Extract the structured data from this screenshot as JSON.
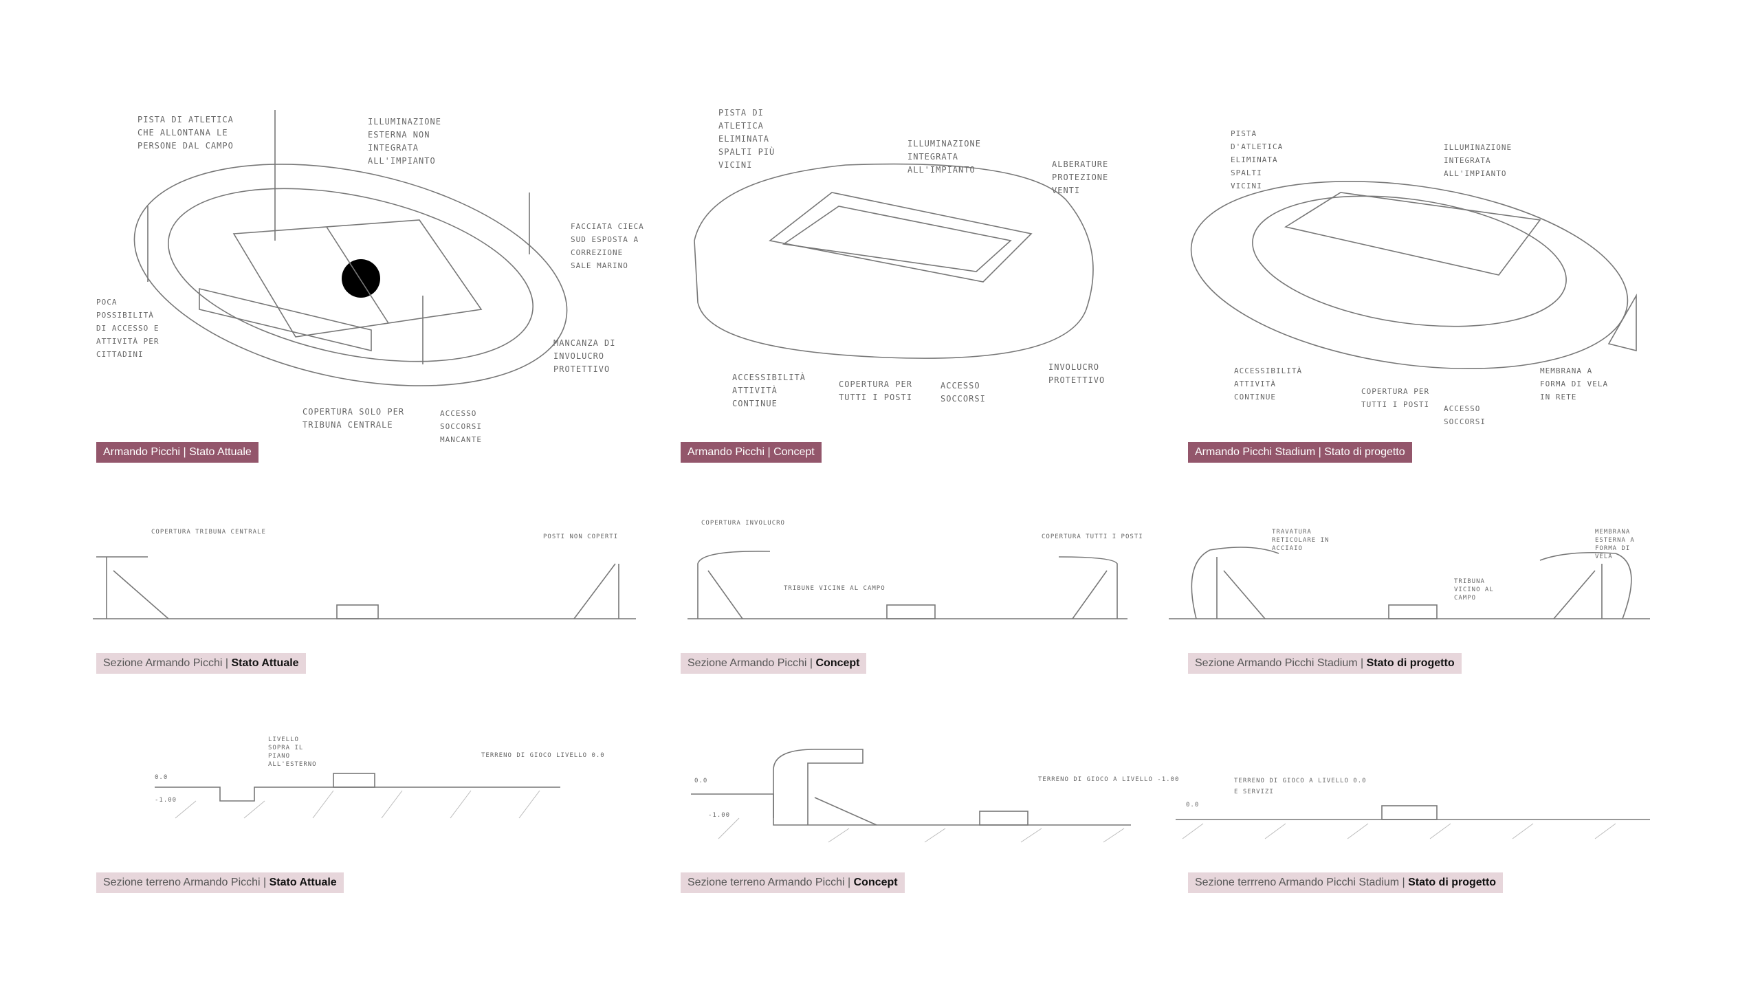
{
  "panels": [
    {
      "title_main": "Armando Picchi | Stato Attuale",
      "section_prefix": "Sezione Armando Picchi | ",
      "section_suffix": "Stato Attuale",
      "terrain_prefix": "Sezione terreno Armando Picchi | ",
      "terrain_suffix": "Stato Attuale",
      "notes": [
        "Pista di atletica che allontana le persone dal campo",
        "Illuminazione esterna non integrata all'impianto",
        "Facciata cieca sud esposta a correzione sale marino",
        "Poca possibilità di accesso e attività per cittadini",
        "Mancanza di involucro protettivo",
        "Copertura solo per tribuna centrale",
        "Accesso soccorsi mancante"
      ],
      "section_notes": [
        "Copertura tribuna centrale",
        "Posti non coperti"
      ],
      "terrain_notes": [
        "Livello sopra il piano all'esterno",
        "Terreno di gioco livello 0.0"
      ],
      "levels": [
        "0.0",
        "-1.00"
      ]
    },
    {
      "title_main": "Armando Picchi | Concept",
      "section_prefix": "Sezione Armando Picchi | ",
      "section_suffix": "Concept",
      "terrain_prefix": "Sezione terreno Armando Picchi | ",
      "terrain_suffix": "Concept",
      "notes": [
        "Pista di atletica eliminata spalti più vicini",
        "Illuminazione integrata all'impianto",
        "Alberature protezione venti",
        "Accessibilità attività continue",
        "Copertura per tutti i posti",
        "Accesso soccorsi",
        "Involucro protettivo"
      ],
      "section_notes": [
        "Copertura involucro",
        "Copertura tutti i posti",
        "Tribune vicine al campo"
      ],
      "terrain_notes": [
        "Terreno di gioco a livello -1.00"
      ],
      "levels": [
        "0.0",
        "-1.00"
      ]
    },
    {
      "title_main": "Armando Picchi Stadium | Stato di progetto",
      "section_prefix": "Sezione Armando Picchi Stadium | ",
      "section_suffix": "Stato di progetto",
      "terrain_prefix": "Sezione terrreno Armando Picchi Stadium | ",
      "terrain_suffix": "Stato di progetto",
      "notes": [
        "Pista d'atletica eliminata spalti vicini",
        "Illuminazione integrata all'impianto",
        "Accessibilità attività continue",
        "Copertura per tutti i posti",
        "Accesso soccorsi",
        "Membrana a forma di vela in rete"
      ],
      "section_notes": [
        "Travatura reticolare in acciaio",
        "Membrana esterna a forma di vela",
        "Tribuna vicino al campo"
      ],
      "terrain_notes": [
        "Terreno di gioco a livello 0.0",
        "e servizi"
      ],
      "levels": [
        "0.0"
      ]
    }
  ],
  "colors": {
    "title_bg": "#93566b",
    "section_bg": "#e7d6db"
  }
}
